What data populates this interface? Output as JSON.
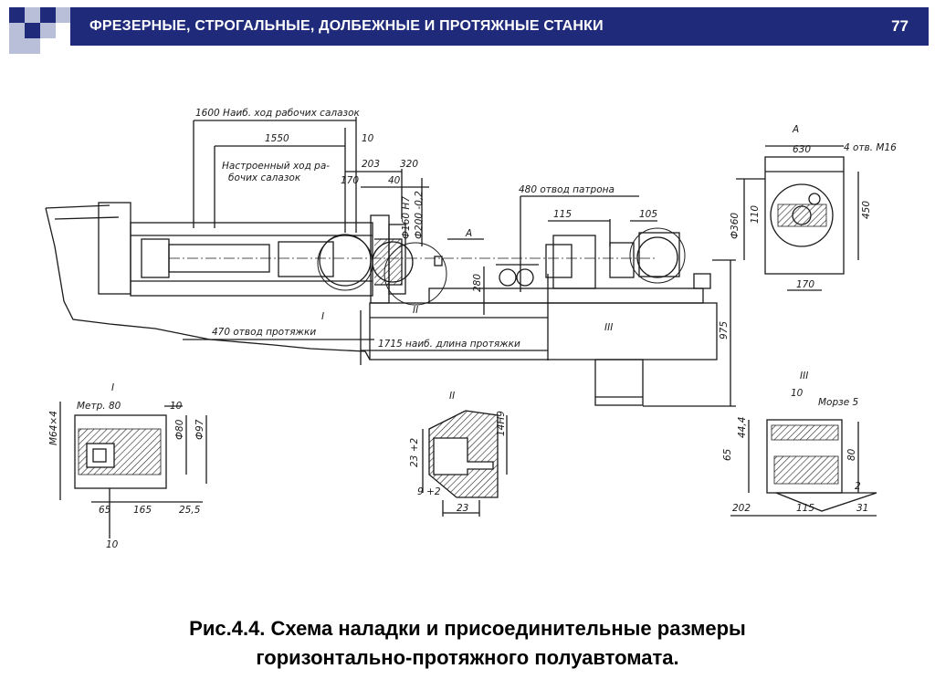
{
  "header": {
    "title": "ФРЕЗЕРНЫЕ, СТРОГАЛЬНЫЕ, ДОЛБЕЖНЫЕ И ПРОТЯЖНЫЕ СТАНКИ",
    "page_number": "77"
  },
  "colors": {
    "header_bg": "#1f2a7a",
    "corner_square_dark": "#1f2a7a",
    "corner_square_light": "#b9bfd9"
  },
  "drawing": {
    "dims": {
      "d1600": "1600 Наиб. ход рабочих салазок",
      "d1550": "1550",
      "d10a": "10",
      "d203": "203",
      "d320": "320",
      "tuned1": "Настроенный ход ра-",
      "tuned2": "бочих салазок",
      "d170": "170",
      "d40": "40",
      "d160": "Ф160 H7",
      "d200": "Ф200 -0,2",
      "d480": "480 отвод патрона",
      "d115": "115",
      "d105": "105",
      "arrowA": "A",
      "d280": "280",
      "d975": "975",
      "d470": "470 отвод протяжки",
      "d1715": "1715 наиб. длина протяжки",
      "r1": "I",
      "r2": "II",
      "r3": "III"
    },
    "viewA": {
      "label": "A",
      "d630": "630",
      "holes": "4 отв. M16",
      "d360": "Ф360",
      "d110": "110",
      "d450": "450",
      "d170": "170"
    },
    "detail1": {
      "label": "I",
      "metr": "Метр. 80",
      "d10": "10",
      "m64": "M64×4",
      "d80": "Ф80",
      "d97": "Ф97",
      "d65": "65",
      "d165": "165",
      "d255": "25,5",
      "d10b": "10"
    },
    "detail2": {
      "label": "II",
      "d149": "14Н9",
      "d23": "23 +2",
      "d9": "9 +2",
      "d23b": "23"
    },
    "detail3": {
      "label": "III",
      "d10": "10",
      "morse": "Морзе 5",
      "d444": "44,4",
      "d65": "65",
      "d80": "80",
      "d2": "2",
      "d202": "202",
      "d115": "115",
      "d31": "31"
    }
  },
  "caption": {
    "line1": "Рис.4.4. Схема наладки и присоединительные размеры",
    "line2": "горизонтально-протяжного полуавтомата."
  }
}
